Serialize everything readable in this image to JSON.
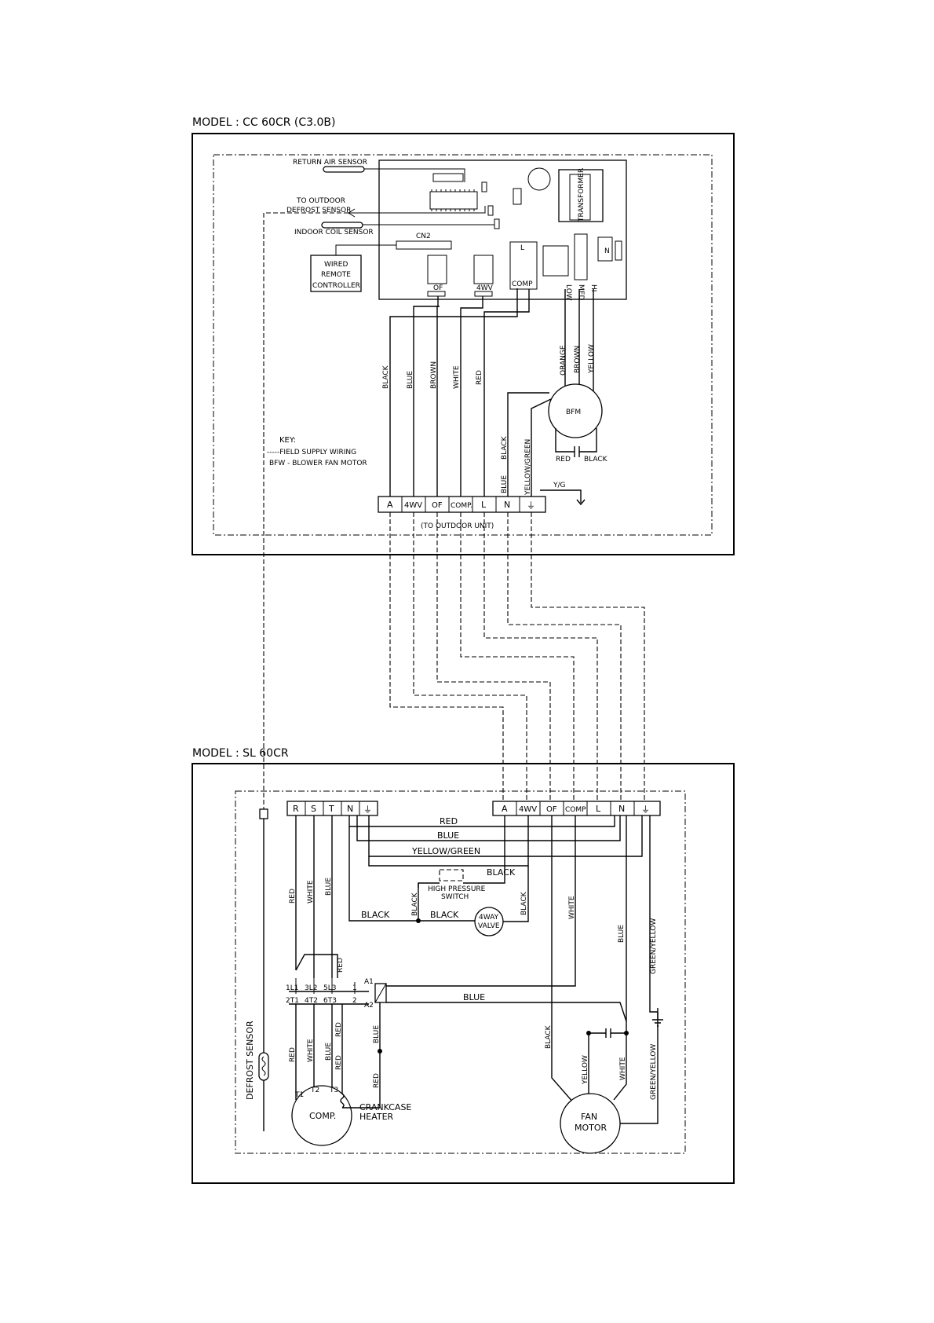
{
  "indoor": {
    "model_label": "MODEL : CC 60CR (C3.0B)",
    "return_air_sensor": "RETURN AIR SENSOR",
    "to_outdoor_1": "TO OUTDOOR",
    "to_outdoor_2": "DEFROST SENSOR",
    "indoor_coil_sensor": "INDOOR COIL SENSOR",
    "cn2": "CN2",
    "wired_1": "WIRED",
    "wired_2": "REMOTE",
    "wired_3": "CONTROLLER",
    "transformer": "TRANSFORMER",
    "relay_of": "OF",
    "relay_4wv": "4WV",
    "relay_l": "L",
    "relay_comp": "COMP",
    "speed_low": "LOW",
    "speed_med": "MED",
    "speed_hi": "HI",
    "relay_n": "N",
    "wire_black": "BLACK",
    "wire_blue": "BLUE",
    "wire_brown": "BROWN",
    "wire_white": "WHITE",
    "wire_red": "RED",
    "wire_orange": "ORANGE",
    "wire_brown2": "BROWN",
    "wire_yellow": "YELLOW",
    "bfm": "BFM",
    "wire_black2": "BLACK",
    "wire_yellow_green": "YELLOW/GREEN",
    "wire_blue2": "BLUE",
    "cap_red": "RED",
    "cap_black": "BLACK",
    "key": "KEY:",
    "key_field": "-----FIELD SUPPLY WIRING",
    "key_bfw": "BFW - BLOWER FAN MOTOR",
    "yg": "Y/G",
    "terminals": [
      "A",
      "4WV",
      "OF",
      "COMP.",
      "L",
      "N",
      "⏚"
    ],
    "to_outdoor_unit": "(TO OUTDOOR UNIT)"
  },
  "outdoor": {
    "model_label": "MODEL : SL 60CR",
    "terminals_power": [
      "R",
      "S",
      "T",
      "N",
      "⏚"
    ],
    "terminals_ctrl": [
      "A",
      "4WV",
      "OF",
      "COMP",
      "L",
      "N",
      "⏚"
    ],
    "wire_red": "RED",
    "wire_blue": "BLUE",
    "wire_yellow_green": "YELLOW/GREEN",
    "wire_black_top": "BLACK",
    "hps_1": "HIGH PRESSURE",
    "hps_2": "SWITCH",
    "wire_black_v": "BLACK",
    "wire_black_h1": "BLACK",
    "wire_black_h2": "BLACK",
    "valve_1": "4WAY",
    "valve_2": "VALVE",
    "wire_black_v2": "BLACK",
    "v_red": "RED",
    "v_white": "WHITE",
    "v_blue": "BLUE",
    "v_red_top": "RED",
    "wire_white_r": "WHITE",
    "wire_blue_r": "BLUE",
    "wire_gy_r": "GREEN/YELLOW",
    "contactor_top": [
      "1L1",
      "3L2",
      "5L3",
      "1"
    ],
    "contactor_bot": [
      "2T1",
      "4T2",
      "6T3",
      "2"
    ],
    "a1": "A1",
    "a2": "A2",
    "wire_blue_h": "BLUE",
    "defrost_sensor": "DEFROST SENSOR",
    "low_red": "RED",
    "low_white": "WHITE",
    "low_blue": "BLUE",
    "low_red2": "RED",
    "low_red3": "RED",
    "low_blue2": "BLUE",
    "low_red4": "RED",
    "t1": "T1",
    "t2": "T2",
    "t3": "T3",
    "comp": "COMP.",
    "crank_1": "CRANKCASE",
    "crank_2": "HEATER",
    "fan_black": "BLACK",
    "fan_yellow": "YELLOW",
    "fan_white": "WHITE",
    "fan_gy": "GREEN/YELLOW",
    "fan_1": "FAN",
    "fan_2": "MOTOR"
  }
}
